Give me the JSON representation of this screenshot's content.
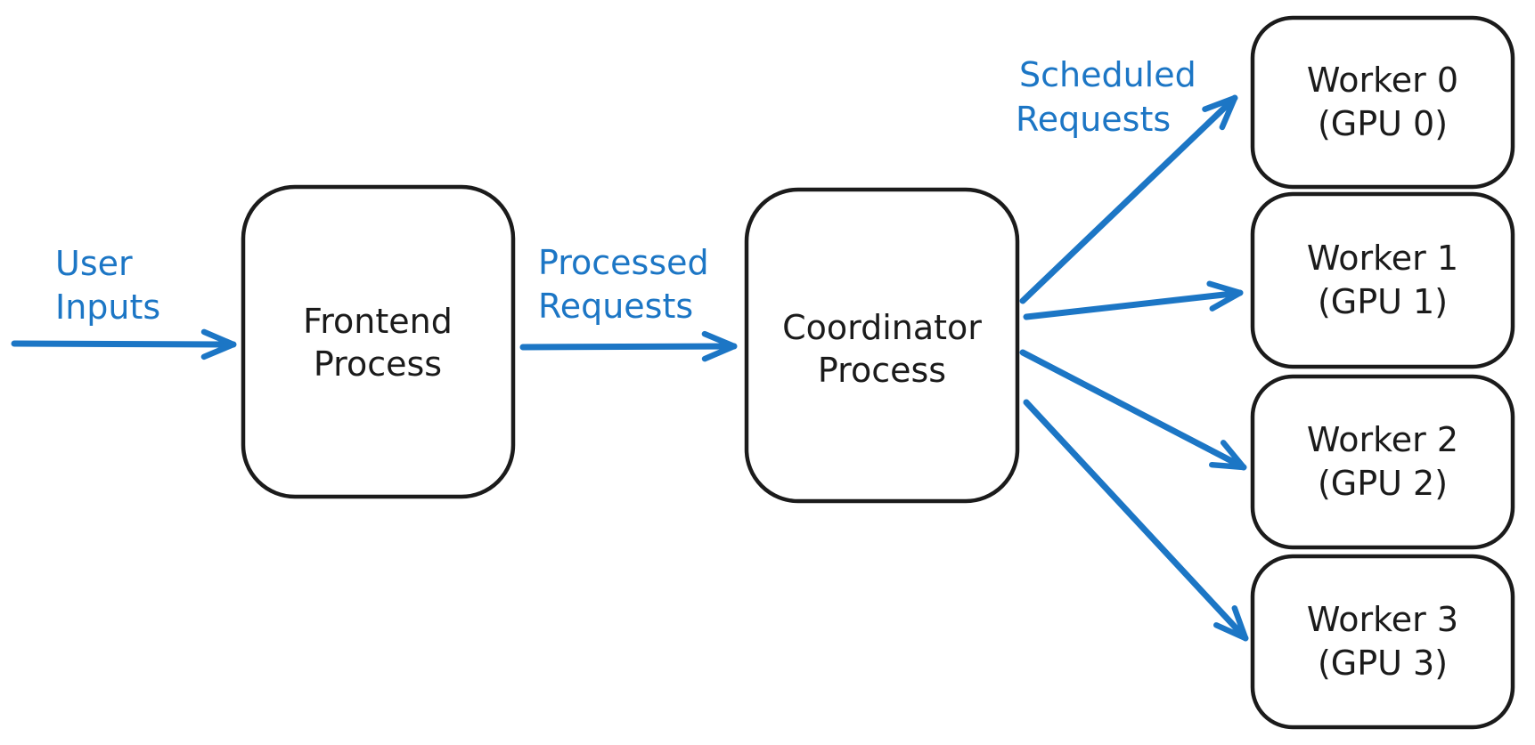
{
  "colors": {
    "accent_blue": "#1c76c5",
    "ink_black": "#1b1b1b",
    "background": "#ffffff"
  },
  "nodes": {
    "frontend": {
      "line1": "Frontend",
      "line2": "Process"
    },
    "coordinator": {
      "line1": "Coordinator",
      "line2": "Process"
    },
    "workers": [
      {
        "line1": "Worker 0",
        "line2": "(GPU 0)"
      },
      {
        "line1": "Worker 1",
        "line2": "(GPU 1)"
      },
      {
        "line1": "Worker 2",
        "line2": "(GPU 2)"
      },
      {
        "line1": "Worker 3",
        "line2": "(GPU 3)"
      }
    ]
  },
  "edge_labels": {
    "user_inputs": {
      "line1": "User",
      "line2": "Inputs"
    },
    "processed_requests": {
      "line1": "Processed",
      "line2": "Requests"
    },
    "scheduled_requests": {
      "line1": "Scheduled",
      "line2": "Requests"
    }
  }
}
